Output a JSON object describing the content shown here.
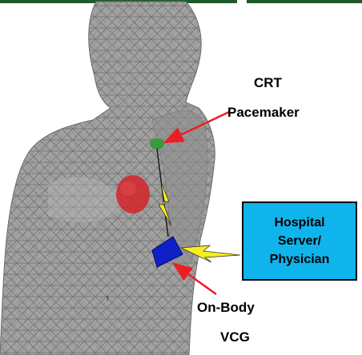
{
  "labels": {
    "crt_line1": "CRT",
    "crt_line2": "Pacemaker",
    "server_line1": "Hospital",
    "server_line2": "Server/",
    "server_line3": "Physician",
    "onbody_line1": "On-Body",
    "onbody_line2": "VCG",
    "mesh_mark": "т"
  },
  "colors": {
    "header_bar": "#1e5a2e",
    "body_mesh": "#9a9a9a",
    "heart": "#d0282c",
    "pacemaker": "#3a9a3a",
    "device": "#1020c8",
    "server_box": "#10b4ec",
    "arrow": "#ee1c24",
    "wireless": "#f8ee1a"
  }
}
